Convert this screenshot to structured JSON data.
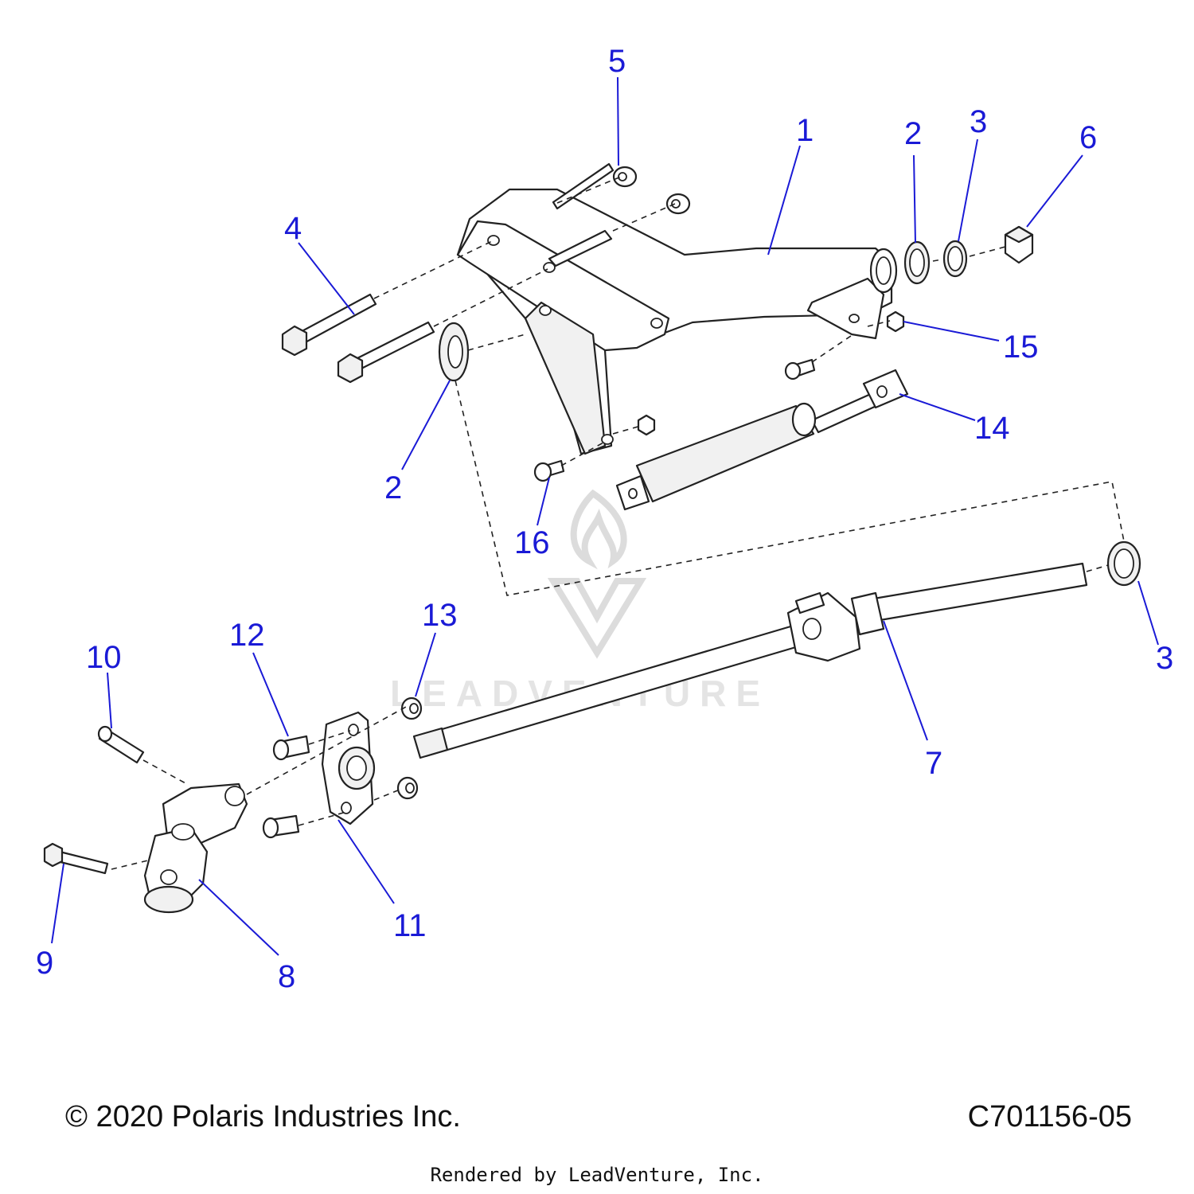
{
  "callouts": [
    {
      "id": "1",
      "label": "1"
    },
    {
      "id": "2a",
      "label": "2"
    },
    {
      "id": "3a",
      "label": "3"
    },
    {
      "id": "6",
      "label": "6"
    },
    {
      "id": "5",
      "label": "5"
    },
    {
      "id": "4",
      "label": "4"
    },
    {
      "id": "15",
      "label": "15"
    },
    {
      "id": "14",
      "label": "14"
    },
    {
      "id": "2b",
      "label": "2"
    },
    {
      "id": "16",
      "label": "16"
    },
    {
      "id": "3b",
      "label": "3"
    },
    {
      "id": "13",
      "label": "13"
    },
    {
      "id": "12",
      "label": "12"
    },
    {
      "id": "10",
      "label": "10"
    },
    {
      "id": "7",
      "label": "7"
    },
    {
      "id": "11",
      "label": "11"
    },
    {
      "id": "9",
      "label": "9"
    },
    {
      "id": "8",
      "label": "8"
    }
  ],
  "watermark": {
    "text": "LEADVENTURE"
  },
  "footer": {
    "copyright": "© 2020 Polaris Industries Inc.",
    "drawing_number": "C701156-05",
    "rendered_by": "Rendered by LeadVenture, Inc."
  },
  "colors": {
    "callout": "#1a1ad6",
    "lines": "#222222",
    "watermark": "#dcdcdc"
  }
}
